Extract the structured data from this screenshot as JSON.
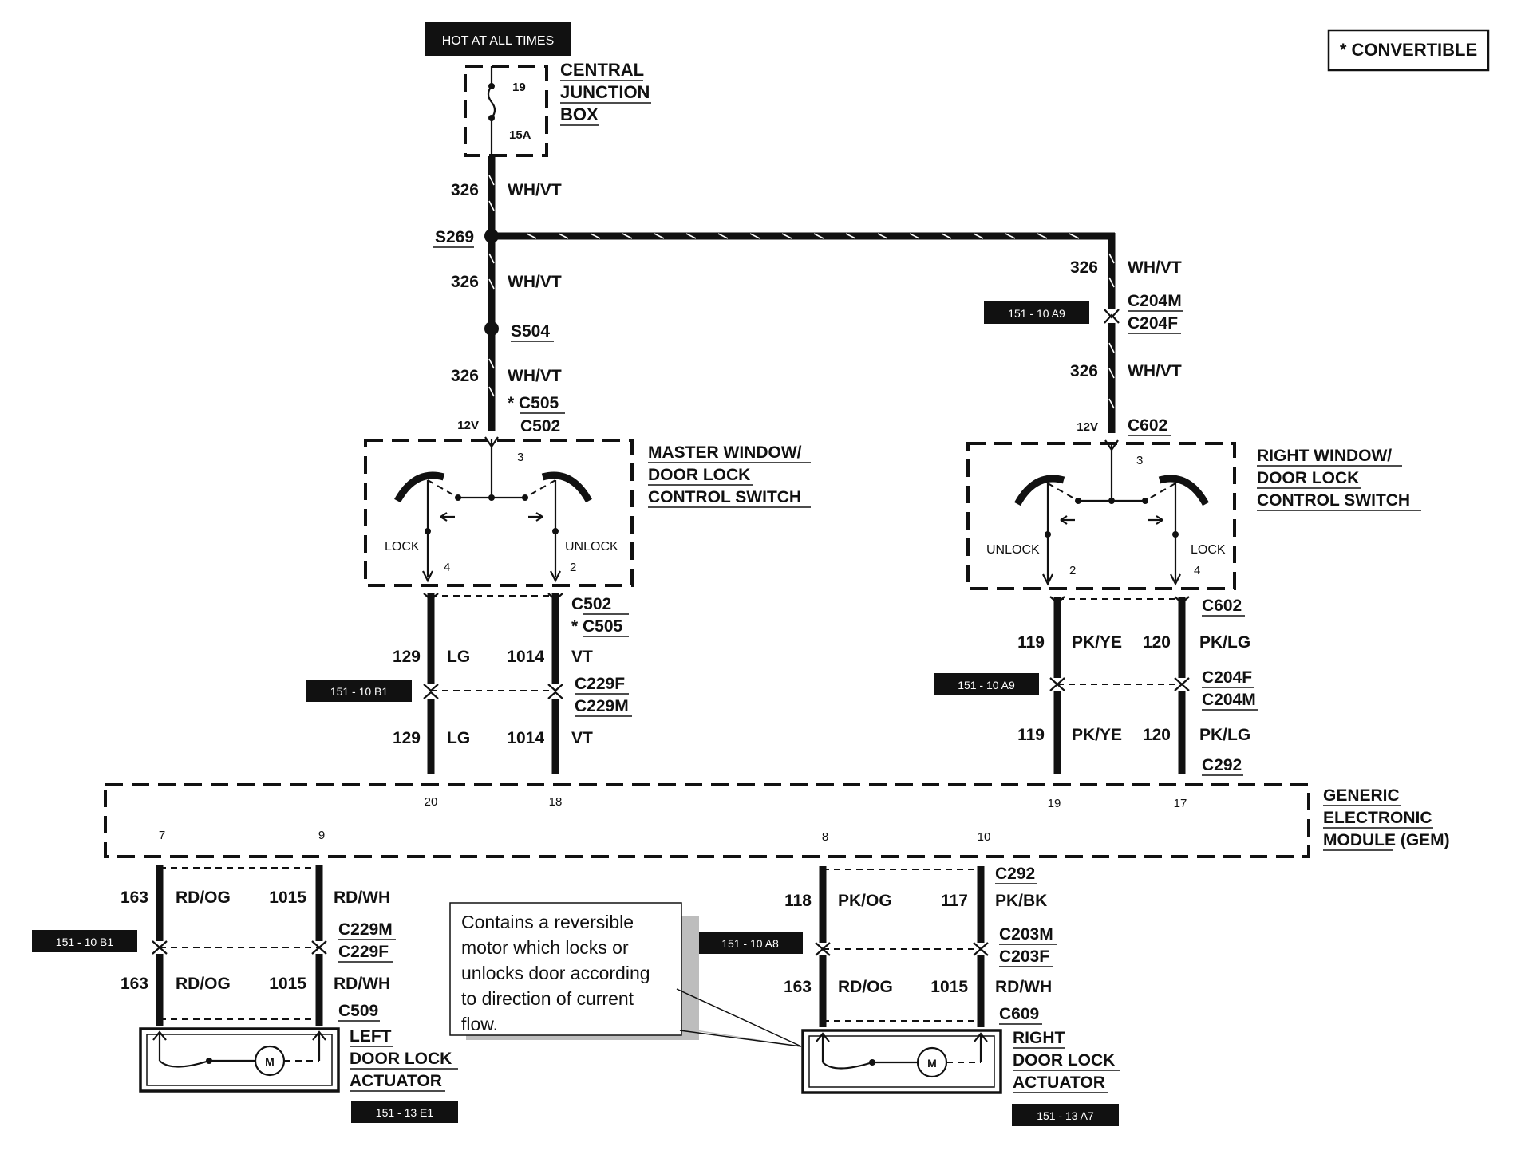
{
  "legend": {
    "convertible": "* CONVERTIBLE"
  },
  "power": {
    "hot_label": "HOT AT ALL TIMES",
    "fuse_num": "19",
    "fuse_amp": "15A",
    "cjb": [
      "CENTRAL",
      "JUNCTION",
      "BOX"
    ],
    "wire_num": "326",
    "wire_color": "WH/VT",
    "s269": "S269",
    "s504": "S504",
    "star_c505": "* C505",
    "c502": "C502",
    "volt_left": "12V",
    "volt_right": "12V"
  },
  "right_feed": {
    "wire_num": "326",
    "wire_color": "WH/VT",
    "c204m": "C204M",
    "c204f": "C204F",
    "ref": "151 - 10 A9",
    "c602": "C602"
  },
  "master_switch": {
    "title": [
      "MASTER WINDOW/",
      "DOOR LOCK",
      "CONTROL SWITCH"
    ],
    "pin_in": "3",
    "lock": "LOCK",
    "unlock": "UNLOCK",
    "pin_lock": "4",
    "pin_unlock": "2"
  },
  "right_switch": {
    "title": [
      "RIGHT WINDOW/",
      "DOOR LOCK",
      "CONTROL SWITCH"
    ],
    "pin_in": "3",
    "unlock": "UNLOCK",
    "lock": "LOCK",
    "pin_unlock": "2",
    "pin_lock": "4"
  },
  "left_harness": {
    "c502": "C502",
    "star_c505": "* C505",
    "c229f": "C229F",
    "c229m": "C229M",
    "ref": "151 - 10 B1",
    "w1_num": "129",
    "w1_col": "LG",
    "w2_num": "1014",
    "w2_col": "VT",
    "pin_a": "20",
    "pin_b": "18"
  },
  "right_harness": {
    "c602": "C602",
    "c204f": "C204F",
    "c204m": "C204M",
    "c292": "C292",
    "ref": "151 - 10 A9",
    "w1_num": "119",
    "w1_col": "PK/YE",
    "w2_num": "120",
    "w2_col": "PK/LG",
    "pin_a": "19",
    "pin_b": "17"
  },
  "gem": {
    "title": [
      "GENERIC",
      "ELECTRONIC",
      "MODULE (GEM)"
    ],
    "pins": [
      "7",
      "9",
      "8",
      "10"
    ]
  },
  "left_actuator": {
    "w1a_num": "163",
    "w1a_col": "RD/OG",
    "w2a_num": "1015",
    "w2a_col": "RD/WH",
    "c229m": "C229M",
    "c229f": "C229F",
    "ref": "151 - 10 B1",
    "w1b_num": "163",
    "w1b_col": "RD/OG",
    "w2b_num": "1015",
    "w2b_col": "RD/WH",
    "c509": "C509",
    "motor": "M",
    "title": [
      "LEFT",
      "DOOR LOCK",
      "ACTUATOR"
    ],
    "act_ref": "151 - 13 E1"
  },
  "right_actuator": {
    "w1a_num": "118",
    "w1a_col": "PK/OG",
    "w2a_num": "117",
    "w2a_col": "PK/BK",
    "c292": "C292",
    "c203m": "C203M",
    "c203f": "C203F",
    "ref": "151 - 10 A8",
    "w1b_num": "163",
    "w1b_col": "RD/OG",
    "w2b_num": "1015",
    "w2b_col": "RD/WH",
    "c609": "C609",
    "motor": "M",
    "title": [
      "RIGHT",
      "DOOR LOCK",
      "ACTUATOR"
    ],
    "act_ref": "151 - 13 A7"
  },
  "callout": {
    "lines": [
      "Contains a reversible",
      "motor which locks or",
      "unlocks door according",
      "to direction of current",
      "flow."
    ]
  }
}
